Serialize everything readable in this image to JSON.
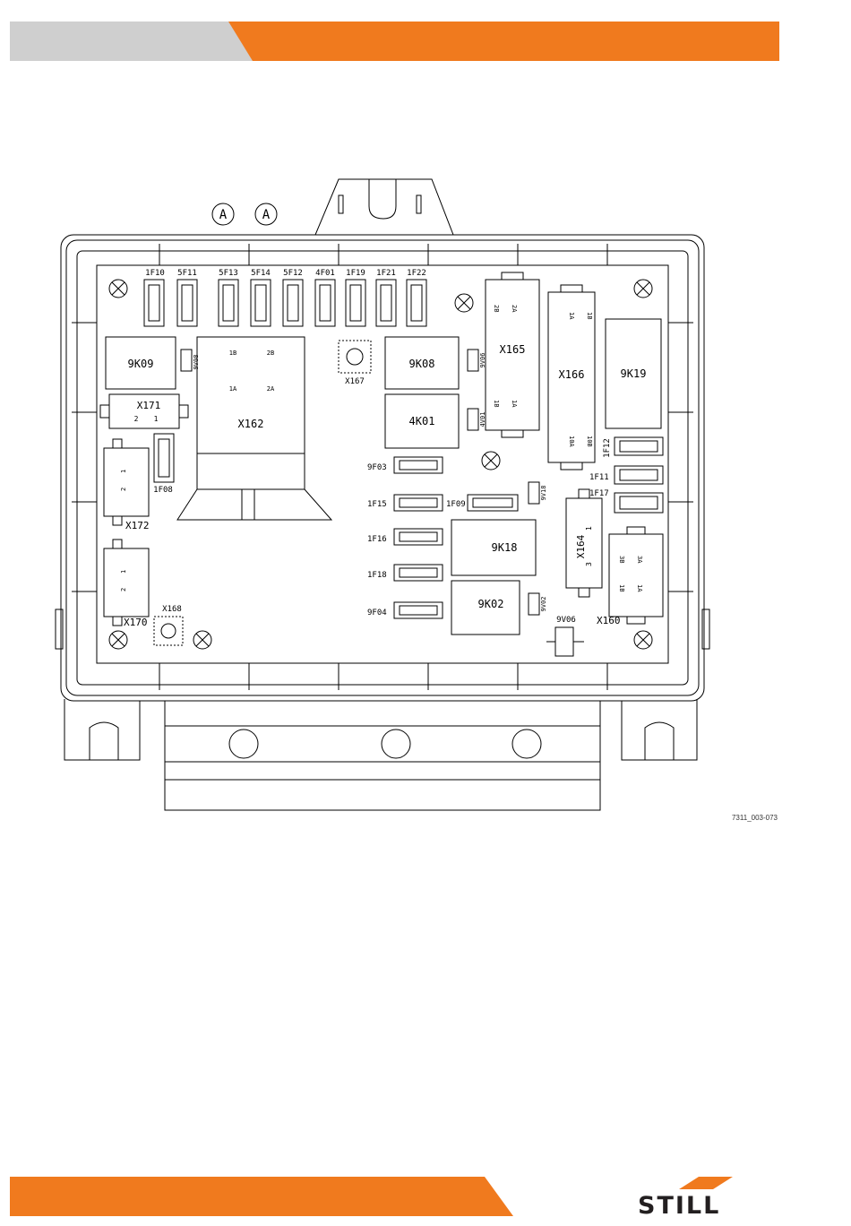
{
  "reference_code": "7311_003-073",
  "brand": "STILL",
  "marker": "A",
  "colors": {
    "accent": "#f07a1e",
    "header_grey": "#cfcfcf"
  },
  "fuses_top": [
    "1F10",
    "5F11",
    "5F13",
    "5F14",
    "5F12",
    "4F01",
    "1F19",
    "1F21",
    "1F22"
  ],
  "fuses_mid": [
    "9F03",
    "1F15",
    "1F16",
    "1F18",
    "9F04",
    "1F09",
    "1F08",
    "1F12",
    "1F11",
    "1F17"
  ],
  "relays": [
    "9K09",
    "9K08",
    "4K01",
    "9K19",
    "9K18",
    "9K02"
  ],
  "connectors": [
    "X171",
    "X162",
    "X165",
    "X166",
    "X167",
    "X172",
    "X170",
    "X168",
    "X164",
    "X160"
  ],
  "diodes": [
    "9V08",
    "9V06",
    "4V01",
    "9V18",
    "9V02",
    "9V06"
  ],
  "pin_labels": {
    "x171": [
      "2",
      "1"
    ],
    "x162": [
      "1B",
      "2B",
      "1A",
      "2A"
    ],
    "x165": [
      "2B",
      "2A",
      "1B",
      "1A"
    ],
    "x166": [
      "1A",
      "1B",
      "10A",
      "10B"
    ],
    "x172": [
      "2",
      "1"
    ],
    "x170": [
      "2",
      "1"
    ],
    "x164": [
      "1",
      "3"
    ],
    "x160": [
      "3B",
      "3A",
      "1B",
      "1A"
    ]
  }
}
